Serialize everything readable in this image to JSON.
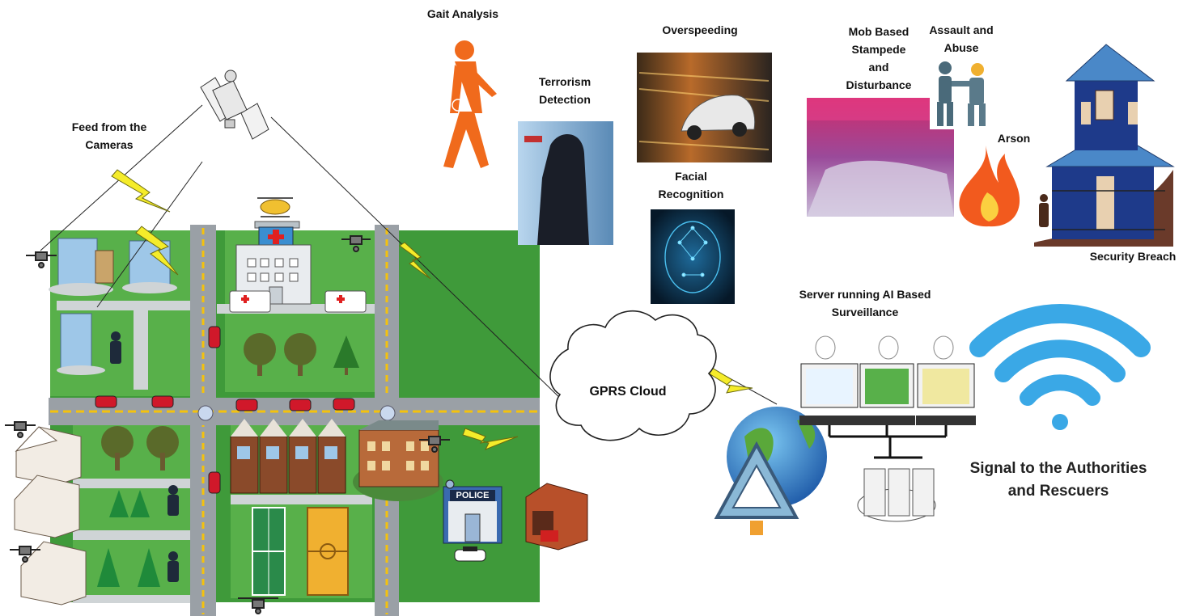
{
  "labels": {
    "feed": "Feed from the Cameras",
    "gait": "Gait Analysis",
    "terrorism": "Terrorism Detection",
    "overspeeding": "Overspeeding",
    "facial": "Facial Recognition",
    "mob": "Mob Based Stampede and Disturbance",
    "assault": "Assault and Abuse",
    "arson": "Arson",
    "security": "Security Breach",
    "server": "Server running AI Based Surveillance",
    "cloud": "GPRS Cloud",
    "signal": "Signal to the Authorities and Rescuers",
    "police": "POLICE"
  },
  "icons": {
    "satellite": "satellite-icon",
    "drone": "drone-icon",
    "globe": "globe-icon",
    "wifi": "wifi-signal-icon",
    "hospital": "hospital-icon",
    "police": "police-station-icon",
    "fire": "fire-icon"
  },
  "colors": {
    "grass": "#3f9a3a",
    "road": "#9aa0a6",
    "lightning": "#f5ec2a",
    "wifi": "#3aa8e6",
    "fire": "#f25a1e",
    "gait": "#f06a1c"
  }
}
